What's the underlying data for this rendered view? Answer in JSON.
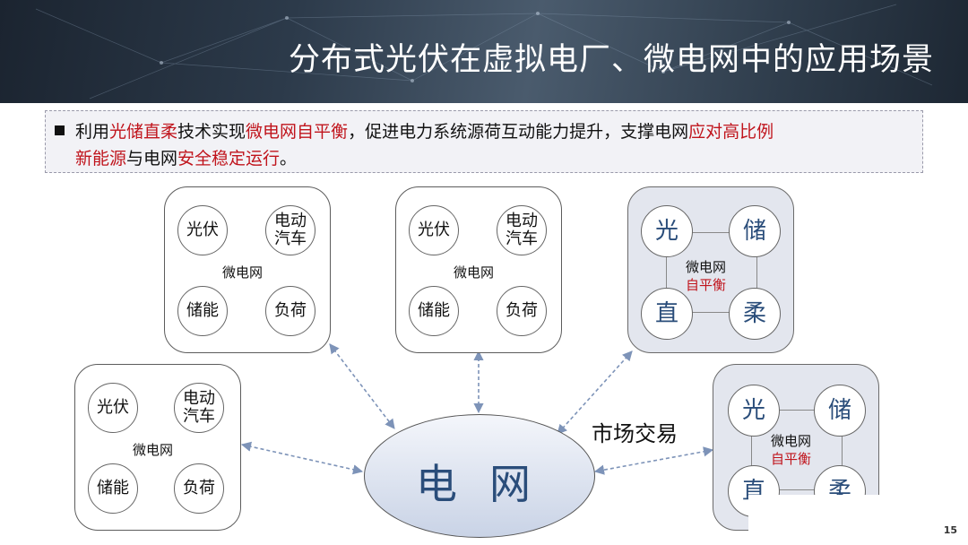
{
  "header": {
    "title": "分布式光伏在虚拟电厂、微电网中的应用场景"
  },
  "bullet": {
    "line1": [
      {
        "text": "利用",
        "highlight": false
      },
      {
        "text": "光储直柔",
        "highlight": true
      },
      {
        "text": "技术实现",
        "highlight": false
      },
      {
        "text": "微电网自平衡",
        "highlight": true
      },
      {
        "text": "，促进电力系统源荷互动能力提升，支撑电网",
        "highlight": false
      },
      {
        "text": "应对高比例",
        "highlight": true
      }
    ],
    "line2": [
      {
        "text": "新能源",
        "highlight": true
      },
      {
        "text": "与电网",
        "highlight": false
      },
      {
        "text": "安全稳定运行",
        "highlight": true
      },
      {
        "text": "。",
        "highlight": false
      }
    ],
    "highlight_color": "#c0141c"
  },
  "microgrid": {
    "pv": "光伏",
    "ev_line1": "电动",
    "ev_line2": "汽车",
    "storage": "储能",
    "load": "负荷",
    "label": "微电网"
  },
  "pedf": {
    "guang": "光",
    "chu": "储",
    "zhi": "直",
    "rou": "柔",
    "label": "微电网",
    "sub_label": "自平衡"
  },
  "grid": {
    "label": "电网"
  },
  "market_label": "市场交易",
  "page_number": "15",
  "colors": {
    "accent_blue": "#2a4d7a",
    "link_blue": "#7d93b8"
  }
}
